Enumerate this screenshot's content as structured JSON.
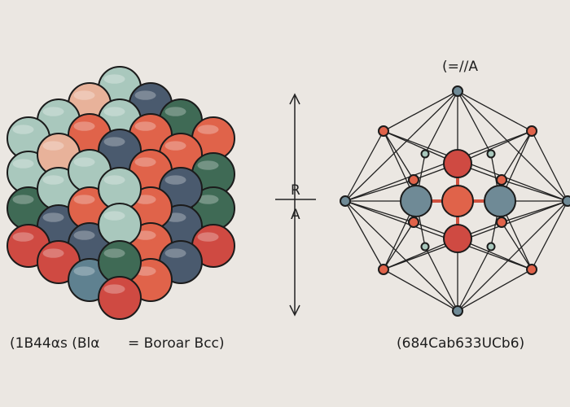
{
  "labels": {
    "left_formula": "(1B44αs (Blα",
    "left_name": "= Boroar Bcc)",
    "right_formula": "(684Cab633UCb6)",
    "top_right": "(=//A",
    "middle_r": "R",
    "middle_a": "A"
  },
  "colors": {
    "teal": "#a9c8bd",
    "peach": "#e8b29a",
    "coral": "#e0634a",
    "slate": "#4a5a6e",
    "green": "#3f6a55",
    "grayblue": "#5f8190",
    "red": "#cf4a42",
    "node_gray": "#6f8a96",
    "outline": "#1b1b1b"
  }
}
